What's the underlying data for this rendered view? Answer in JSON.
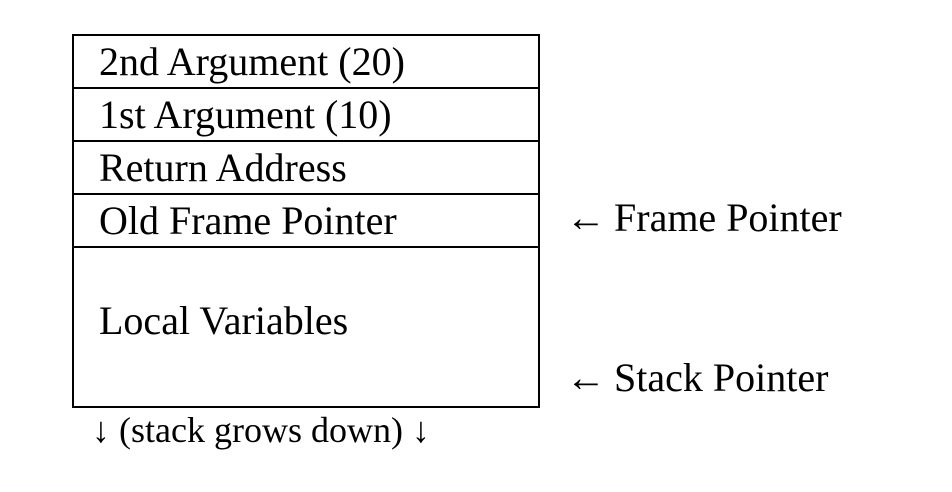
{
  "stack_frame": {
    "rows": [
      {
        "label": "2nd Argument (20)"
      },
      {
        "label": "1st Argument (10)"
      },
      {
        "label": "Return Address"
      },
      {
        "label": "Old Frame Pointer"
      },
      {
        "label": "Local Variables"
      }
    ]
  },
  "pointers": {
    "frame_pointer": {
      "arrow": "←",
      "label": "Frame Pointer"
    },
    "stack_pointer": {
      "arrow": "←",
      "label": "Stack Pointer"
    }
  },
  "footer": {
    "left_arrow": "↓",
    "text": "(stack grows down)",
    "right_arrow": "↓"
  }
}
